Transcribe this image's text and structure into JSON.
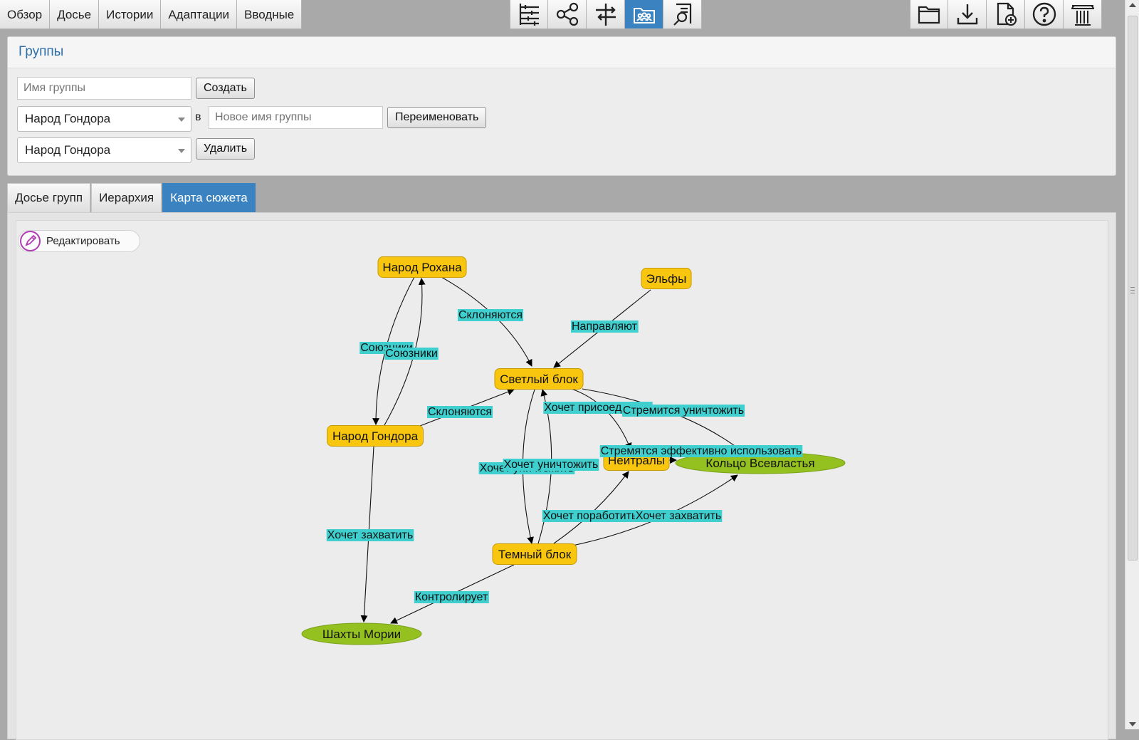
{
  "top_nav": {
    "tabs": [
      "Обзор",
      "Досье",
      "Истории",
      "Адаптации",
      "Вводные"
    ]
  },
  "toolbar": {
    "center_icons": [
      "timeline-icon",
      "share-network-icon",
      "split-arrows-icon",
      "groups-folder-icon",
      "document-search-icon"
    ],
    "active_index": 3,
    "right_icons": [
      "open-folder-icon",
      "download-icon",
      "new-document-icon",
      "help-icon",
      "column-pillar-icon"
    ]
  },
  "groups": {
    "title": "Группы",
    "create": {
      "placeholder": "Имя группы",
      "button": "Создать"
    },
    "rename": {
      "selected": "Народ Гондора",
      "in_word": "в",
      "placeholder": "Новое имя группы",
      "button": "Переименовать"
    },
    "remove": {
      "selected": "Народ Гондора",
      "button": "Удалить"
    }
  },
  "subtabs": {
    "items": [
      "Досье групп",
      "Иерархия",
      "Карта сюжета"
    ],
    "active_index": 2
  },
  "plot_map": {
    "edit_label": "Редактировать",
    "colors": {
      "group_node": "#f9c60f",
      "group_border": "#c69a00",
      "object_node": "#94c11f",
      "edge_label_bg": "#3fcfcf"
    },
    "nodes": [
      {
        "id": "rohan",
        "label": "Народ Рохана",
        "kind": "group"
      },
      {
        "id": "elves",
        "label": "Эльфы",
        "kind": "group"
      },
      {
        "id": "light",
        "label": "Светлый блок",
        "kind": "group"
      },
      {
        "id": "gondor",
        "label": "Народ Гондора",
        "kind": "group"
      },
      {
        "id": "neutrals",
        "label": "Нейтралы",
        "kind": "group"
      },
      {
        "id": "ring",
        "label": "Кольцо Всевластья",
        "kind": "object"
      },
      {
        "id": "dark",
        "label": "Темный блок",
        "kind": "group"
      },
      {
        "id": "moria",
        "label": "Шахты Мории",
        "kind": "object"
      }
    ],
    "edges": [
      {
        "from": "rohan",
        "to": "light",
        "label": "Склоняются"
      },
      {
        "from": "elves",
        "to": "light",
        "label": "Направляют"
      },
      {
        "from": "rohan",
        "to": "gondor",
        "label": "Союзники"
      },
      {
        "from": "gondor",
        "to": "rohan",
        "label": "Союзники"
      },
      {
        "from": "gondor",
        "to": "light",
        "label": "Склоняются"
      },
      {
        "from": "gondor",
        "to": "moria",
        "label": "Хочет захватить"
      },
      {
        "from": "light",
        "to": "neutrals",
        "label": "Хочет присоединить"
      },
      {
        "from": "light",
        "to": "ring",
        "label": "Стремится уничтожить"
      },
      {
        "from": "light",
        "to": "dark",
        "label": "Хочет уничтожить"
      },
      {
        "from": "dark",
        "to": "light",
        "label": "Хочет уничтожить"
      },
      {
        "from": "neutrals",
        "to": "ring",
        "label": "Стремятся эффективно использовать"
      },
      {
        "from": "dark",
        "to": "neutrals",
        "label": "Хочет поработить"
      },
      {
        "from": "dark",
        "to": "ring",
        "label": "Хочет захватить"
      },
      {
        "from": "dark",
        "to": "moria",
        "label": "Контролирует"
      }
    ]
  }
}
